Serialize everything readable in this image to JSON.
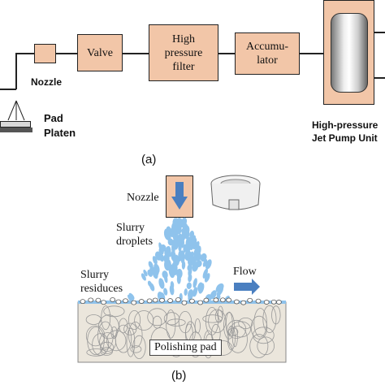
{
  "part_a": {
    "caption": "(a)",
    "boxes": {
      "valve": "Valve",
      "filter": "High pressure filter",
      "accumulator": "Accumu- lator"
    },
    "labels": {
      "nozzle": "Nozzle",
      "pad": "Pad",
      "platen": "Platen",
      "pump": "High-pressure Jet Pump  Unit"
    }
  },
  "part_b": {
    "caption": "(b)",
    "labels": {
      "nozzle": "Nozzle",
      "slurry_droplets": "Slurry droplets",
      "slurry_residues": "Slurry residuces",
      "flow": "Flow",
      "polishing_pad": "Polishing pad"
    }
  },
  "colors": {
    "box_fill": "#f2c6a8",
    "arrow_blue": "#4a7fc0",
    "droplet_blue": "#8fc3ec",
    "pad_fill": "#ebe6dc"
  }
}
